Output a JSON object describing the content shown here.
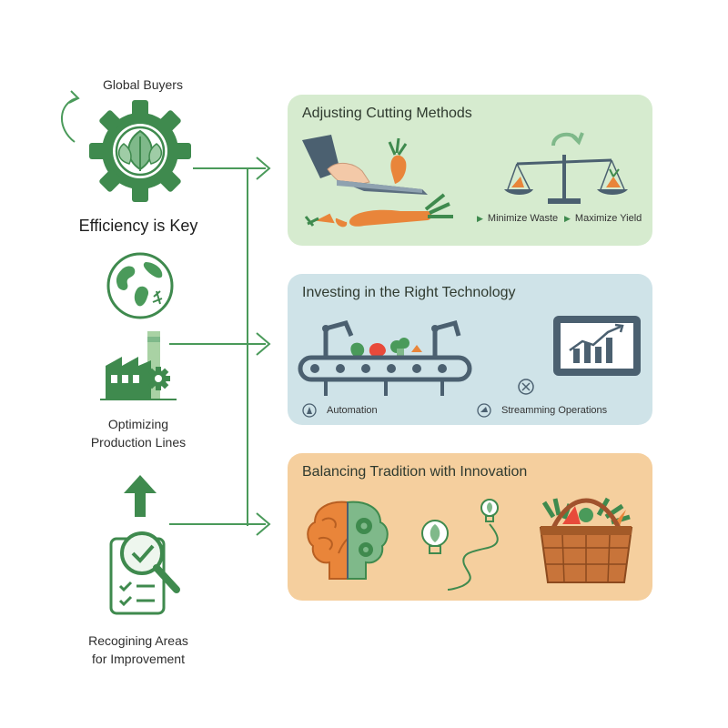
{
  "left": {
    "global_buyers": "Global Buyers",
    "efficiency": "Efficiency is Key",
    "optimizing": [
      "Optimizing",
      "Production Lines"
    ],
    "recognizing": [
      "Recogining Areas",
      "for Improvement"
    ]
  },
  "panels": [
    {
      "title": "Adjusting Cutting Methods",
      "color": "#d6ebcf",
      "tags": [
        "Minimize Waste",
        "Maximize Yield"
      ]
    },
    {
      "title": "Investing in the Right Technology",
      "color": "#cfe3e8",
      "tags": [
        "Automation",
        "Streamming Operations"
      ]
    },
    {
      "title": "Balancing Tradition with Innovation",
      "color": "#f5cf9e",
      "tags": []
    }
  ],
  "colors": {
    "green": "#4a9a5a",
    "dark_green": "#3d7f49",
    "carrot": "#e9853a",
    "slate": "#4b6070"
  },
  "icons": [
    "recycle-arrow-icon",
    "gear-leaf-icon",
    "globe-icon",
    "factory-icon",
    "up-arrow-icon",
    "checklist-magnifier-icon",
    "knife-hand-icon",
    "scale-icon",
    "conveyor-robot-icon",
    "tablet-chart-icon",
    "brain-gear-icon",
    "lightbulb-leaf-icon",
    "basket-icon"
  ]
}
